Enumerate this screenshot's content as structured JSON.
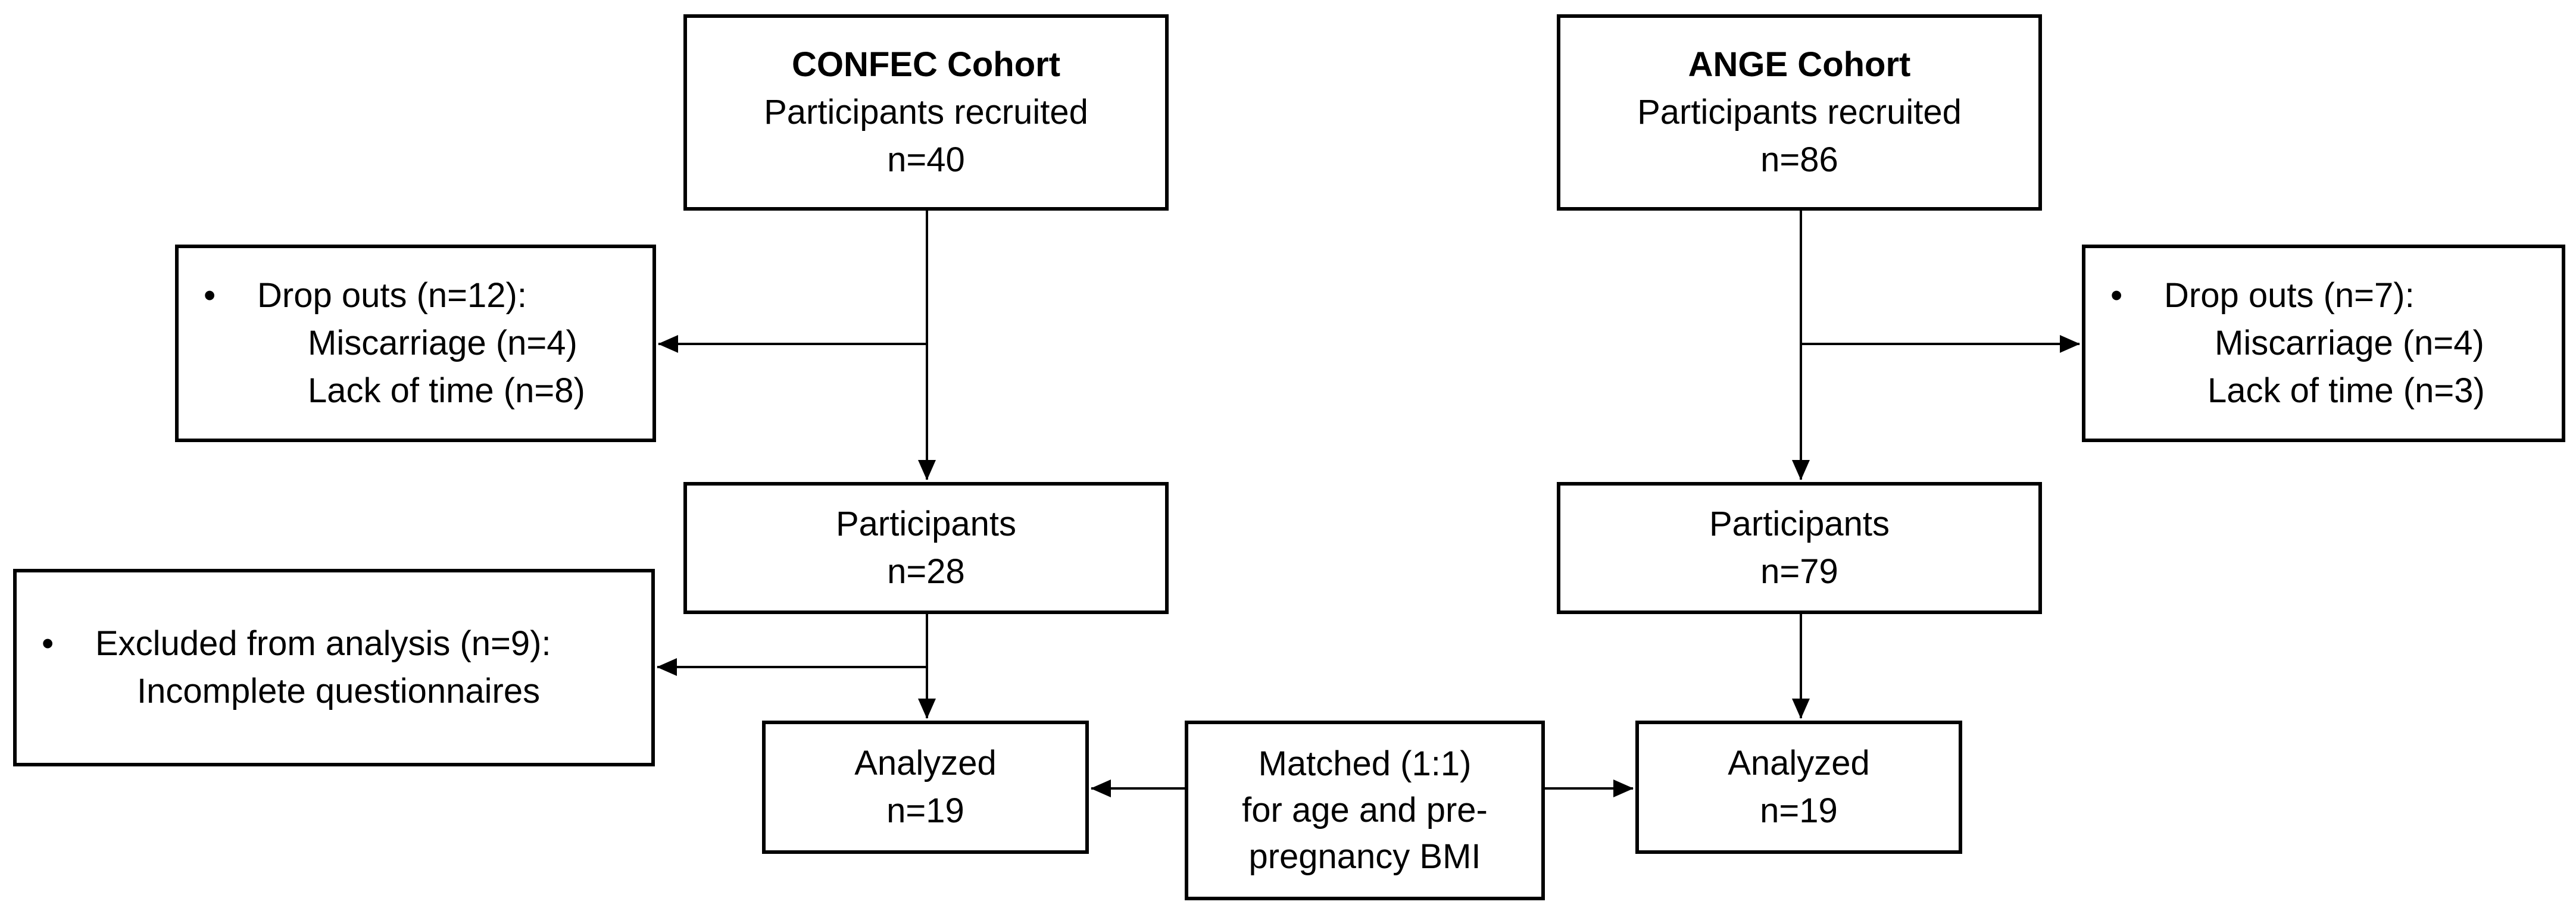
{
  "confec_cohort": {
    "title": "CONFEC Cohort",
    "line1": "Participants recruited",
    "line2": "n=40"
  },
  "ange_cohort": {
    "title": "ANGE Cohort",
    "line1": "Participants recruited",
    "line2": "n=86"
  },
  "confec_dropouts": {
    "bullet": "•",
    "heading": "Drop outs (n=12):",
    "items": [
      "Miscarriage (n=4)",
      "Lack of time (n=8)"
    ]
  },
  "ange_dropouts": {
    "bullet": "•",
    "heading": "Drop outs (n=7):",
    "items": [
      "Miscarriage (n=4)",
      "Lack of time (n=3)"
    ]
  },
  "confec_participants": {
    "label": "Participants",
    "count": "n=28"
  },
  "ange_participants": {
    "label": "Participants",
    "count": "n=79"
  },
  "confec_excluded": {
    "bullet": "•",
    "heading": "Excluded from analysis (n=9):",
    "items": [
      "Incomplete questionnaires"
    ]
  },
  "confec_analyzed": {
    "label": "Analyzed",
    "count": "n=19"
  },
  "ange_analyzed": {
    "label": "Analyzed",
    "count": "n=19"
  },
  "matching": {
    "lines": [
      "Matched (1:1)",
      "for age and pre-",
      "pregnancy BMI"
    ]
  },
  "style": {
    "line_color": "#000000",
    "box_border_color": "#000000",
    "background": "#ffffff"
  }
}
